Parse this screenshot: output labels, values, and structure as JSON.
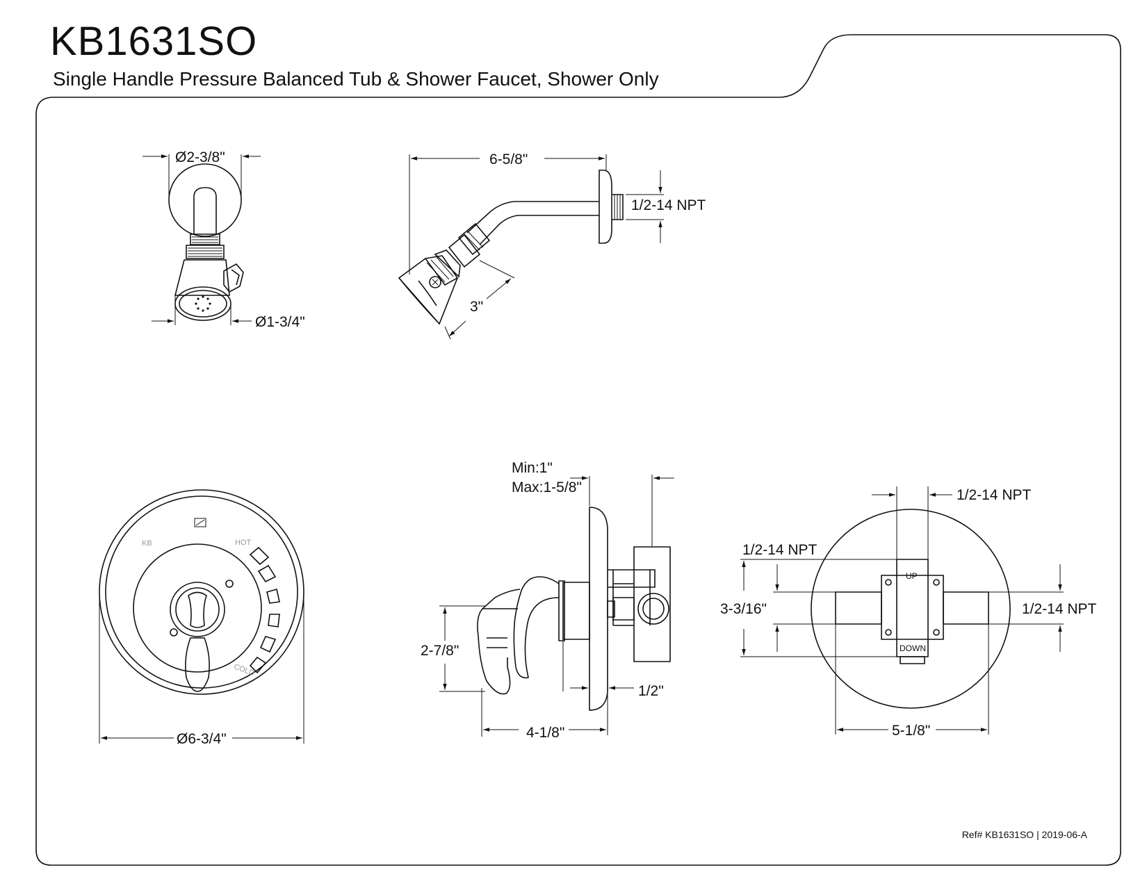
{
  "header": {
    "model": "KB1631SO",
    "description": "Single Handle Pressure Balanced Tub & Shower Faucet, Shower Only"
  },
  "footer": {
    "reference": "Ref# KB1631SO | 2019-06-A"
  },
  "dimensions": {
    "flange_diameter": "Ø2-3/8\"",
    "head_diameter": "Ø1-3/4\"",
    "arm_length": "6-5/8\"",
    "arm_thread": "1/2-14 NPT",
    "head_length": "3\"",
    "wall_min": "Min:1\"",
    "wall_max": "Max:1-5/8\"",
    "spout_height": "2-7/8\"",
    "plate_offset": "1/2\"",
    "handle_depth": "4-1/8\"",
    "plate_diameter": "Ø6-3/4\"",
    "top_port": "1/2-14 NPT",
    "left_port": "1/2-14 NPT",
    "right_port": "1/2-14 NPT",
    "valve_height": "3-3/16\"",
    "valve_width": "5-1/8\""
  },
  "labels": {
    "up": "UP",
    "down": "DOWN",
    "hot": "HOT",
    "cold": "COLD",
    "brand": "KB"
  }
}
